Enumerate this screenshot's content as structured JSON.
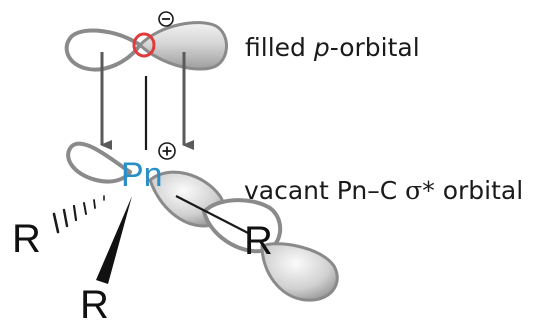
{
  "labels": {
    "filled_prefix": "filled ",
    "filled_italic": "p",
    "filled_suffix": "-orbital",
    "vacant_prefix": "vacant Pn–C ",
    "vacant_sigma": "σ",
    "vacant_suffix": "* orbital"
  },
  "atoms": {
    "center": "Pn",
    "r_left": "R",
    "r_right": "R",
    "r_bottom": "R"
  },
  "charges": {
    "oxygen": "⊖",
    "pn": "⊕"
  },
  "colors": {
    "pn": "#2a8fc6",
    "oxygen_ring": "#e03a3a",
    "orbital_stroke": "#8a8a8a",
    "arrow": "#5a5a5a"
  }
}
